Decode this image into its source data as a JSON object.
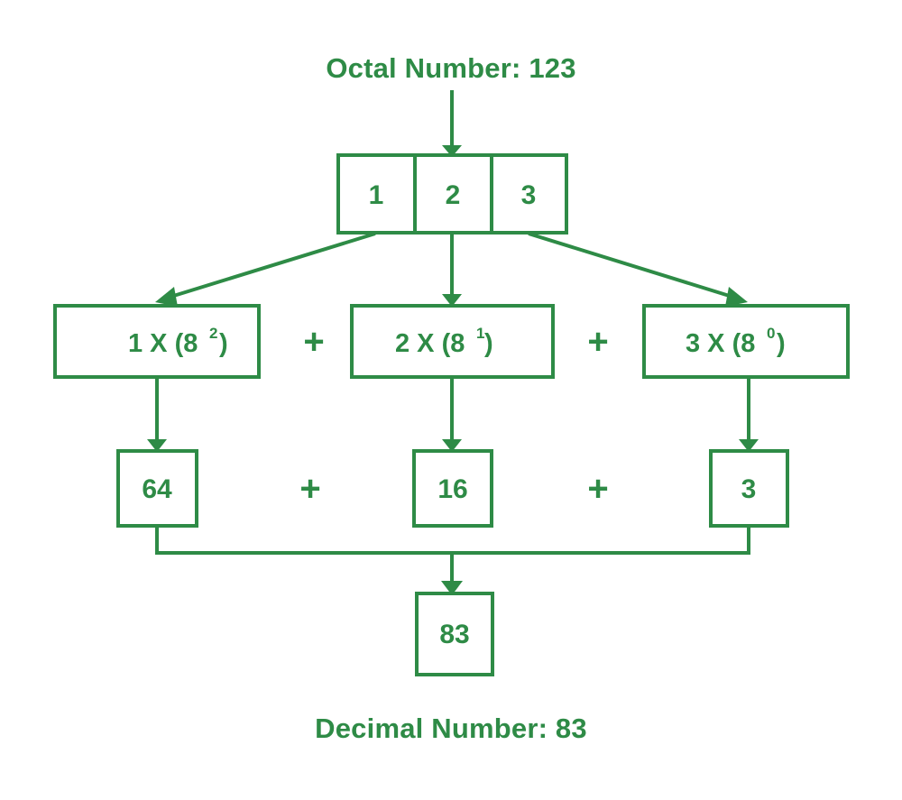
{
  "diagram": {
    "type": "flowchart",
    "topic": "Octal to Decimal Conversion",
    "accent_color": "#2e8b46",
    "background_color": "#ffffff",
    "title": "Octal Number: 123",
    "footer": "Decimal Number: 83",
    "digits": [
      {
        "label": "1"
      },
      {
        "label": "2"
      },
      {
        "label": "3"
      }
    ],
    "expressions": [
      {
        "base_text": "1 X (8",
        "exponent": "2",
        "close": ")"
      },
      {
        "base_text": "2 X (8",
        "exponent": "1",
        "close": ")"
      },
      {
        "base_text": "3 X (8",
        "exponent": "0",
        "close": ")"
      }
    ],
    "operators": [
      {
        "symbol": "+"
      },
      {
        "symbol": "+"
      },
      {
        "symbol": "+"
      },
      {
        "symbol": "+"
      }
    ],
    "products": [
      {
        "label": "64"
      },
      {
        "label": "16"
      },
      {
        "label": "3"
      }
    ],
    "sum": {
      "label": "83"
    },
    "icons": {
      "arrow_down": "arrow-down-icon",
      "arrow_diagonal": "arrow-diagonal-icon",
      "plus": "plus-icon"
    }
  }
}
